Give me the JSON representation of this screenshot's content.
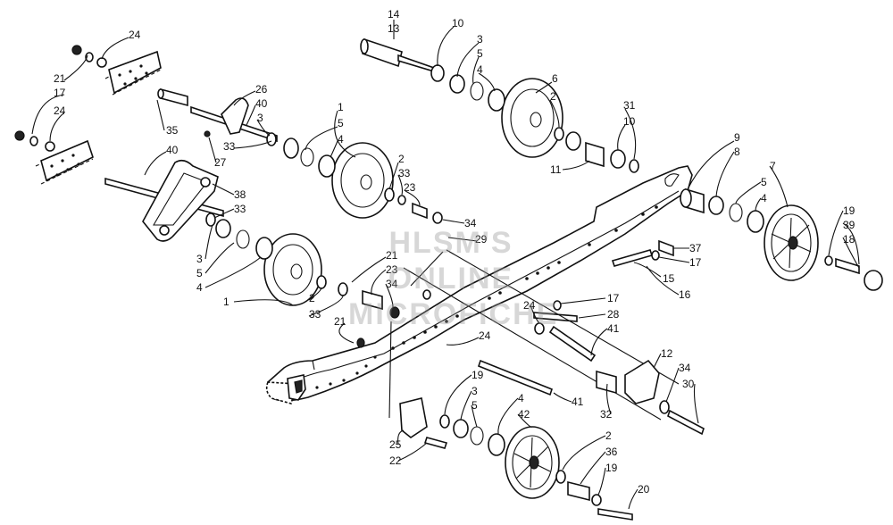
{
  "diagram": {
    "type": "exploded-parts-diagram",
    "callouts": [
      {
        "id": "c14",
        "text": "14"
      },
      {
        "id": "c13",
        "text": "13"
      },
      {
        "id": "c10a",
        "text": "10"
      },
      {
        "id": "c3a",
        "text": "3"
      },
      {
        "id": "c5a",
        "text": "5"
      },
      {
        "id": "c4a",
        "text": "4"
      },
      {
        "id": "c6",
        "text": "6"
      },
      {
        "id": "c2a",
        "text": "2"
      },
      {
        "id": "c31",
        "text": "31"
      },
      {
        "id": "c10b",
        "text": "10"
      },
      {
        "id": "c11",
        "text": "11"
      },
      {
        "id": "c24a",
        "text": "24"
      },
      {
        "id": "c21a",
        "text": "21"
      },
      {
        "id": "c17a",
        "text": "17"
      },
      {
        "id": "c24b",
        "text": "24"
      },
      {
        "id": "c35",
        "text": "35"
      },
      {
        "id": "c40a",
        "text": "40"
      },
      {
        "id": "c26",
        "text": "26"
      },
      {
        "id": "c40b",
        "text": "40"
      },
      {
        "id": "c3b",
        "text": "3"
      },
      {
        "id": "c33a",
        "text": "33"
      },
      {
        "id": "c27",
        "text": "27"
      },
      {
        "id": "c1a",
        "text": "1"
      },
      {
        "id": "c5b",
        "text": "5"
      },
      {
        "id": "c4b",
        "text": "4"
      },
      {
        "id": "c2b",
        "text": "2"
      },
      {
        "id": "c33b",
        "text": "33"
      },
      {
        "id": "c23a",
        "text": "23"
      },
      {
        "id": "c34a",
        "text": "34"
      },
      {
        "id": "c29",
        "text": "29"
      },
      {
        "id": "c38",
        "text": "38"
      },
      {
        "id": "c33c",
        "text": "33"
      },
      {
        "id": "c3c",
        "text": "3"
      },
      {
        "id": "c5c",
        "text": "5"
      },
      {
        "id": "c4c",
        "text": "4"
      },
      {
        "id": "c1b",
        "text": "1"
      },
      {
        "id": "c2c",
        "text": "2"
      },
      {
        "id": "c33d",
        "text": "33"
      },
      {
        "id": "c21b",
        "text": "21"
      },
      {
        "id": "c23b",
        "text": "23"
      },
      {
        "id": "c34b",
        "text": "34"
      },
      {
        "id": "c21c",
        "text": "21"
      },
      {
        "id": "c24c",
        "text": "24"
      },
      {
        "id": "c9",
        "text": "9"
      },
      {
        "id": "c8",
        "text": "8"
      },
      {
        "id": "c7",
        "text": "7"
      },
      {
        "id": "c5d",
        "text": "5"
      },
      {
        "id": "c4d",
        "text": "4"
      },
      {
        "id": "c19a",
        "text": "19"
      },
      {
        "id": "c39",
        "text": "39"
      },
      {
        "id": "c18",
        "text": "18"
      },
      {
        "id": "c37",
        "text": "37"
      },
      {
        "id": "c17b",
        "text": "17"
      },
      {
        "id": "c15",
        "text": "15"
      },
      {
        "id": "c16",
        "text": "16"
      },
      {
        "id": "c17c",
        "text": "17"
      },
      {
        "id": "c24d",
        "text": "24"
      },
      {
        "id": "c28",
        "text": "28"
      },
      {
        "id": "c41a",
        "text": "41"
      },
      {
        "id": "c12",
        "text": "12"
      },
      {
        "id": "c34c",
        "text": "34"
      },
      {
        "id": "c30",
        "text": "30"
      },
      {
        "id": "c41b",
        "text": "41"
      },
      {
        "id": "c32",
        "text": "32"
      },
      {
        "id": "c19b",
        "text": "19"
      },
      {
        "id": "c3d",
        "text": "3"
      },
      {
        "id": "c5e",
        "text": "5"
      },
      {
        "id": "c4e",
        "text": "4"
      },
      {
        "id": "c42",
        "text": "42"
      },
      {
        "id": "c25",
        "text": "25"
      },
      {
        "id": "c22",
        "text": "22"
      },
      {
        "id": "c2d",
        "text": "2"
      },
      {
        "id": "c36",
        "text": "36"
      },
      {
        "id": "c19c",
        "text": "19"
      },
      {
        "id": "c20",
        "text": "20"
      }
    ]
  },
  "watermark": {
    "line1": "HLSM'S",
    "line2": "ONLINE",
    "line3": "MICROFICHE",
    "color": "#969696"
  }
}
